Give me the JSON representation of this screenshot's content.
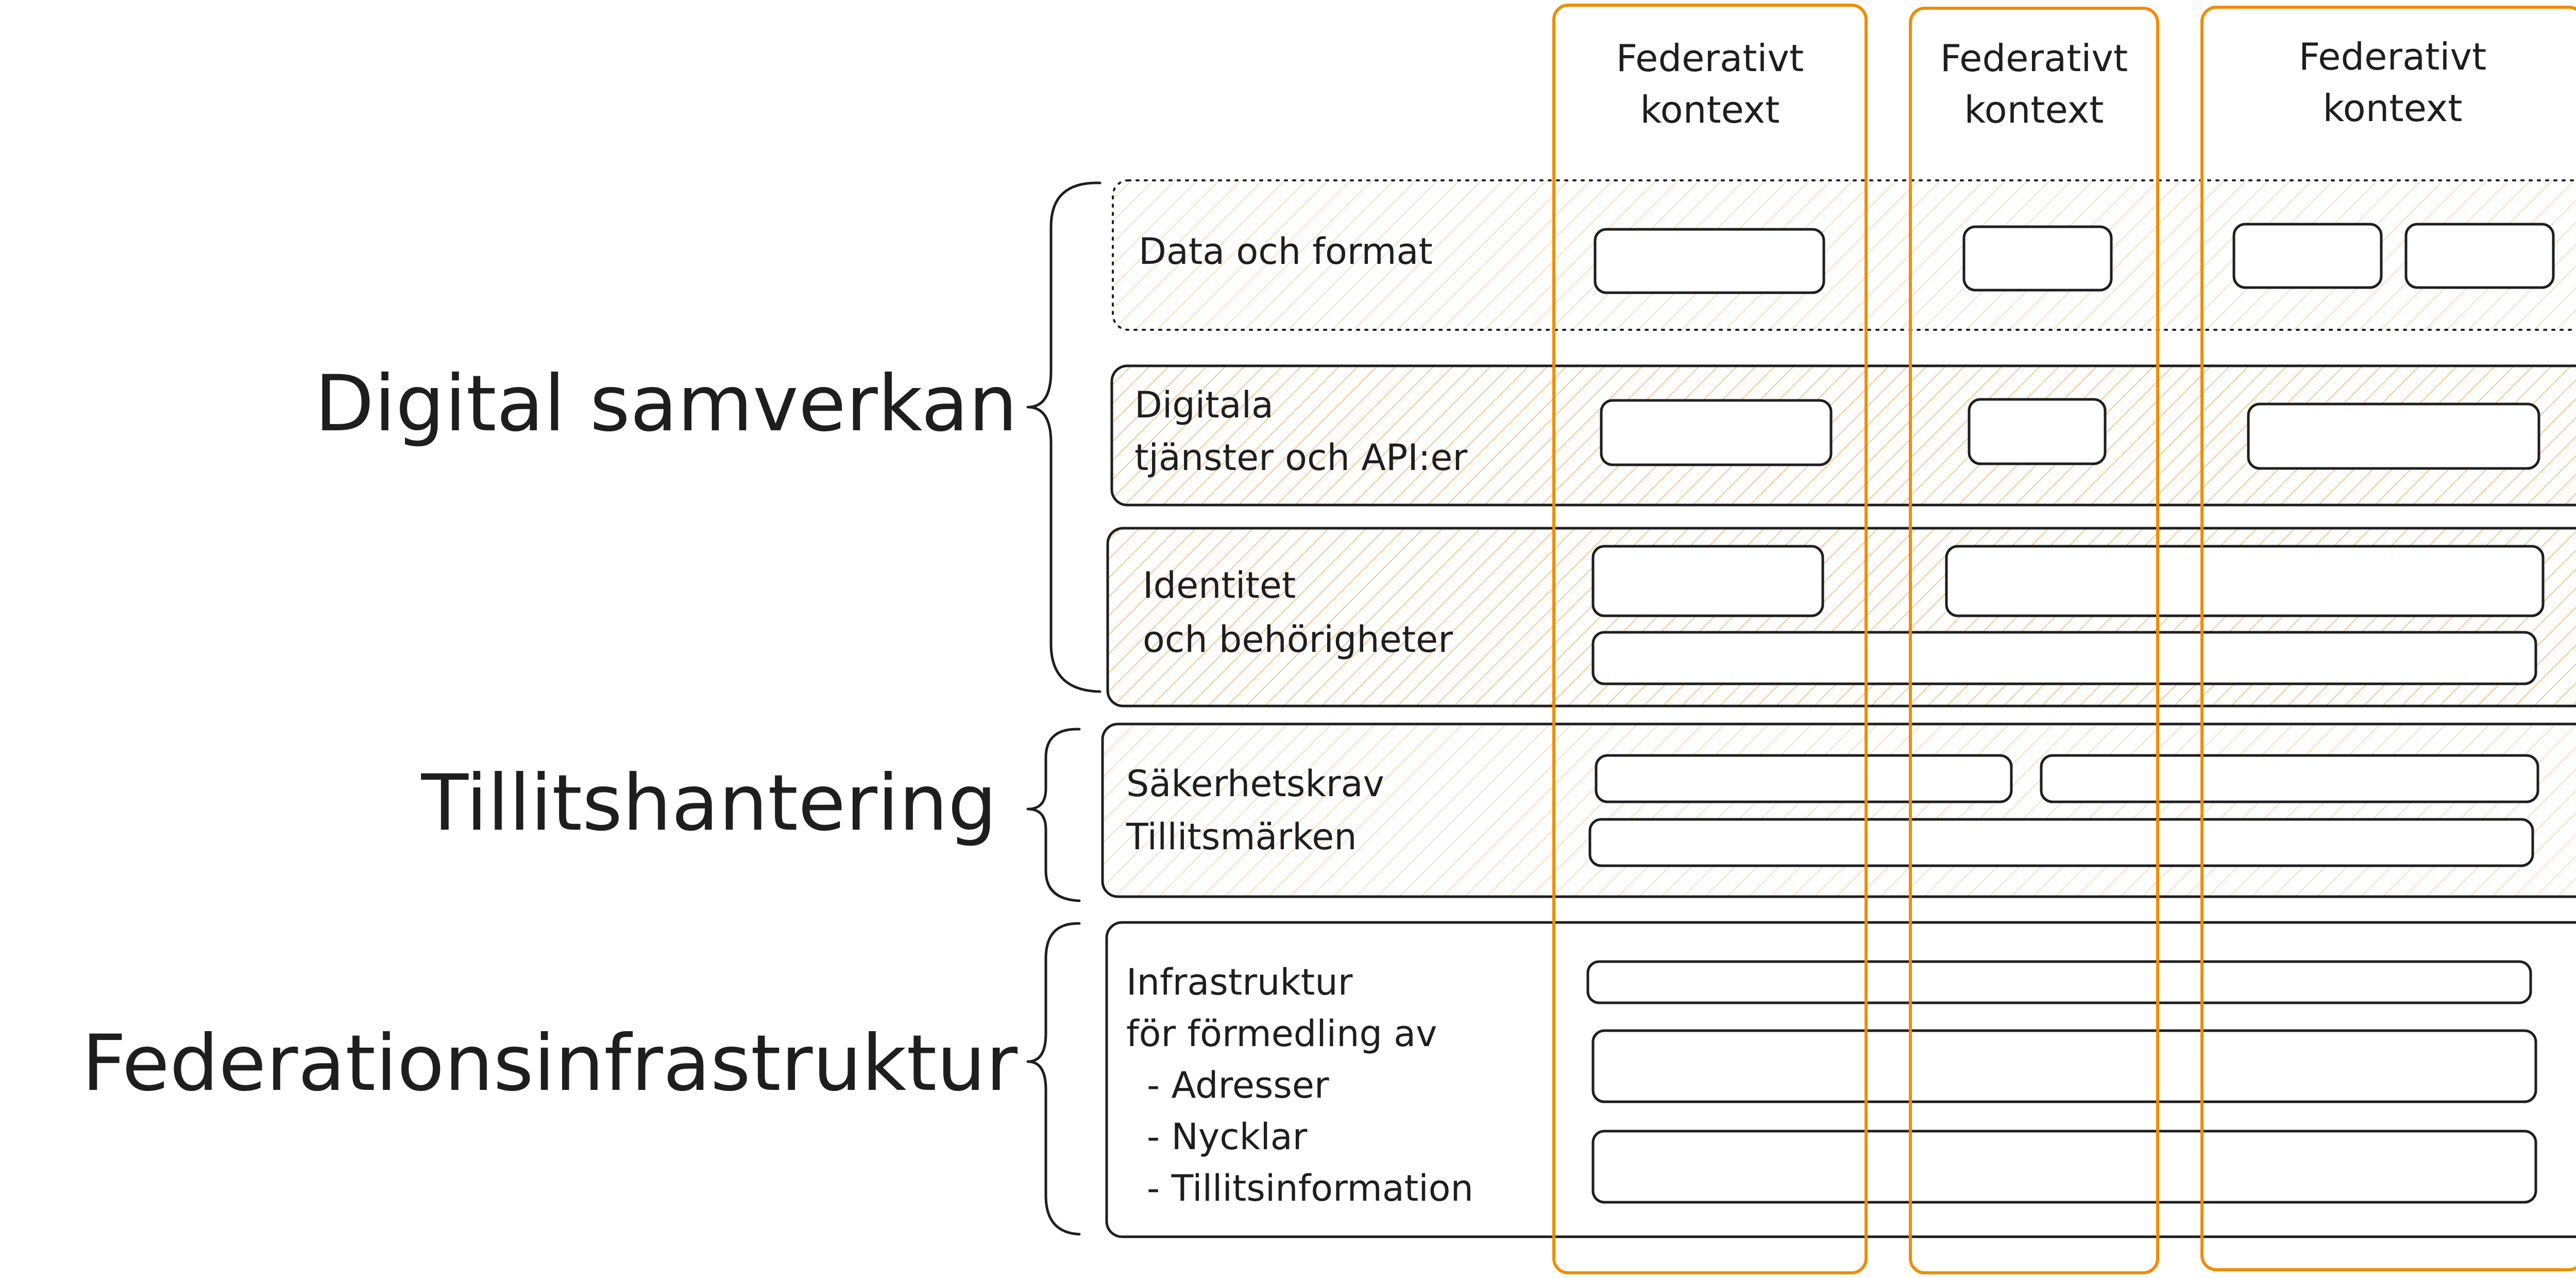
{
  "groups": {
    "digital": "Digital samverkan",
    "trust": "Tillitshantering",
    "infra": "Federationsinfrastruktur"
  },
  "columns": [
    {
      "line1": "Federativt",
      "line2": "kontext"
    },
    {
      "line1": "Federativt",
      "line2": "kontext"
    },
    {
      "line1": "Federativt",
      "line2": "kontext"
    }
  ],
  "layers": {
    "data": {
      "line1": "Data och format"
    },
    "services": {
      "line1": "Digitala",
      "line2": "tjänster och API:er"
    },
    "identity": {
      "line1": "Identitet",
      "line2": "och behörigheter"
    },
    "security": {
      "line1": "Säkerhetskrav",
      "line2": "Tillitsmärken"
    },
    "infrastructure": {
      "line1": "Infrastruktur",
      "line2": "för förmedling av",
      "item1": "- Adresser",
      "item2": "- Nycklar",
      "item3": "- Tillitsinformation"
    }
  },
  "colors": {
    "ink": "#1e1e1e",
    "accent": "#f08c00",
    "hatch": "#f5b56b",
    "hatch_light": "#f9d3a6"
  }
}
